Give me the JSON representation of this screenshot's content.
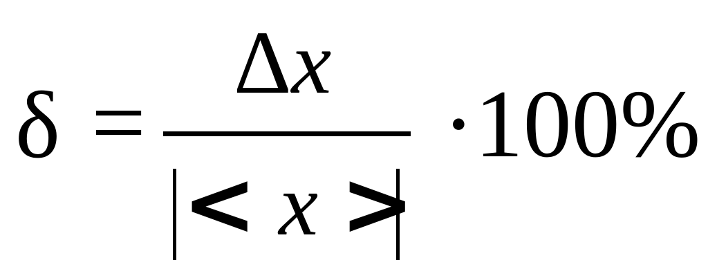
{
  "formula": {
    "lhs": "δ",
    "equals": "=",
    "numerator": {
      "delta": "Δ",
      "variable": "x"
    },
    "denominator": {
      "open_angle": "<",
      "variable": "x",
      "close_angle": ">"
    },
    "multiplier": "·100%"
  }
}
